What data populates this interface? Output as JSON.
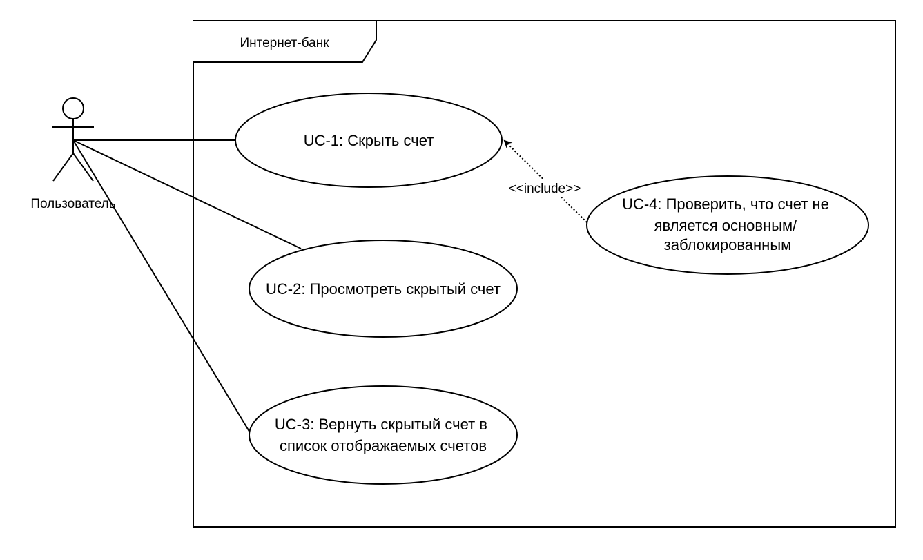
{
  "system": {
    "title": "Интернет-банк"
  },
  "actor": {
    "label": "Пользователь"
  },
  "use_cases": [
    {
      "id": "uc1",
      "lines": [
        "UC-1: Скрыть счет"
      ]
    },
    {
      "id": "uc2",
      "lines": [
        "UC-2: Просмотреть скрытый счет"
      ]
    },
    {
      "id": "uc3",
      "lines": [
        "UC-3: Вернуть скрытый счет в",
        "список отображаемых счетов"
      ]
    },
    {
      "id": "uc4",
      "lines": [
        "UC-4: Проверить, что счет не",
        "является основным/",
        "заблокированным"
      ]
    }
  ],
  "relations": {
    "include_label": "<<include>>"
  },
  "colors": {
    "stroke": "#000000",
    "fill": "#ffffff",
    "text": "#000000"
  }
}
